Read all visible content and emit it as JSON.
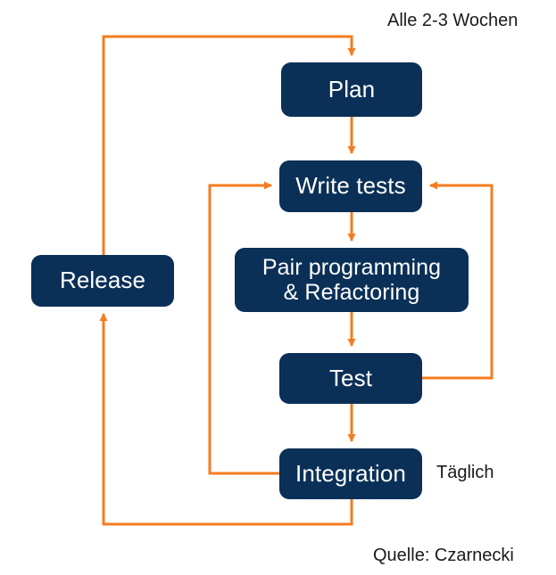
{
  "diagram": {
    "title_visible": false,
    "colors": {
      "box_fill": "#0b3057",
      "box_text": "#ffffff",
      "connector": "#f57c20",
      "label_text": "#1a1a1a",
      "background": "#ffffff"
    },
    "nodes": [
      {
        "id": "plan",
        "label": "Plan"
      },
      {
        "id": "write-tests",
        "label": "Write tests"
      },
      {
        "id": "pair",
        "label_line1": "Pair programming",
        "label_line2": "& Refactoring"
      },
      {
        "id": "test",
        "label": "Test"
      },
      {
        "id": "integration",
        "label": "Integration"
      },
      {
        "id": "release",
        "label": "Release"
      }
    ],
    "labels": {
      "cycle": "Alle 2-3 Wochen",
      "daily": "Täglich",
      "source": "Quelle: Czarnecki"
    },
    "connectors": [
      {
        "from": "release",
        "to": "plan",
        "label": "Alle 2-3 Wochen",
        "arrow": true
      },
      {
        "from": "plan",
        "to": "write-tests",
        "arrow": true
      },
      {
        "from": "write-tests",
        "to": "pair",
        "arrow": true
      },
      {
        "from": "pair",
        "to": "test",
        "arrow": true
      },
      {
        "from": "test",
        "to": "integration",
        "arrow": true
      },
      {
        "from": "test",
        "to": "write-tests",
        "arrow": true
      },
      {
        "from": "integration",
        "to": "write-tests",
        "arrow": true
      },
      {
        "from": "integration",
        "to": "release",
        "label": "Täglich",
        "arrow": true
      }
    ]
  }
}
